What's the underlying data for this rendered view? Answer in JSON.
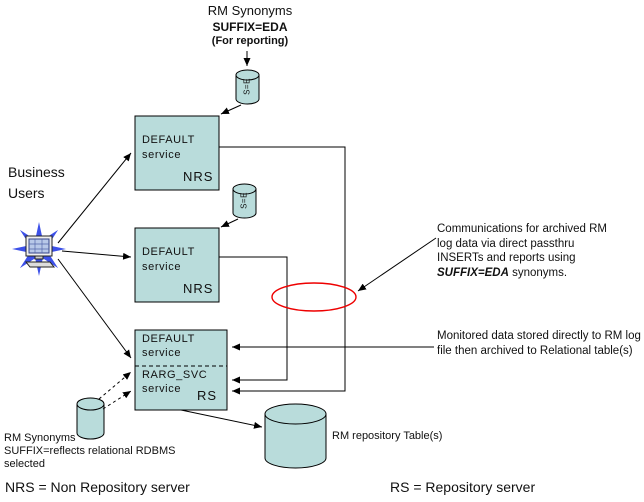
{
  "colors": {
    "node_fill": "#b9dcdb",
    "cylinder_fill": "#b9dcdb",
    "highlight_ellipse": "#ee0000",
    "line": "#000000",
    "background": "#ffffff"
  },
  "title": {
    "line1": "RM Synonyms",
    "line2": "SUFFIX=EDA",
    "line3": "(For reporting)"
  },
  "actors": {
    "business_users": "Business Users"
  },
  "nodes": {
    "nrs_top": {
      "label": "DEFAULT\nservice",
      "tag": "NRS"
    },
    "nrs_mid": {
      "label": "DEFAULT\nservice",
      "tag": "NRS"
    },
    "rs": {
      "label_top": "DEFAULT\nservice",
      "label_bottom": "RARG_SVC\nservice",
      "tag": "RS"
    }
  },
  "cylinders": {
    "syn_top": "S=E",
    "syn_mid": "S=E",
    "repository_label": "RM repository Table(s)"
  },
  "annotations": {
    "comm": {
      "line1": "Communications for archived RM",
      "line2": "log data via direct passthru",
      "line3": "INSERTs and reports using",
      "em": "SUFFIX=EDA",
      "tail": " synonyms."
    },
    "monitored": {
      "line1": "Monitored data stored directly to RM log",
      "line2": "file then archived to Relational table(s)"
    },
    "rm_synonyms_note": {
      "line1": "RM Synonyms",
      "line2": "SUFFIX=reflects relational RDBMS",
      "line3": "selected"
    }
  },
  "legend": {
    "nrs": "NRS = Non Repository server",
    "rs": "RS = Repository server"
  }
}
